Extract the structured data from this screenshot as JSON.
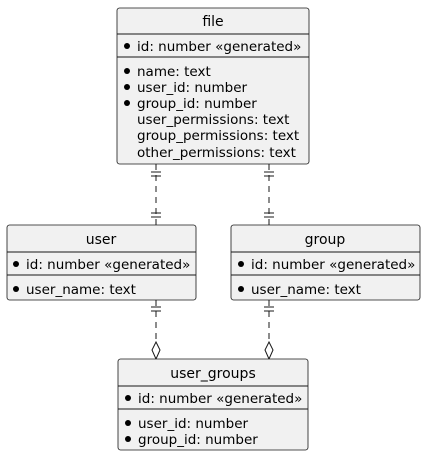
{
  "entities": {
    "file": {
      "title": "file",
      "key_field": "id: number «generated»",
      "fields": [
        "name: text",
        "user_id: number",
        "group_id: number"
      ],
      "plain_fields": [
        "user_permissions: text",
        "group_permissions: text",
        "other_permissions: text"
      ]
    },
    "user": {
      "title": "user",
      "key_field": "id: number «generated»",
      "fields": [
        "user_name: text"
      ]
    },
    "group": {
      "title": "group",
      "key_field": "id: number «generated»",
      "fields": [
        "user_name: text"
      ]
    },
    "user_groups": {
      "title": "user_groups",
      "key_field": "id: number «generated»",
      "fields": [
        "user_id: number",
        "group_id: number"
      ]
    }
  },
  "relationships": [
    {
      "from": "file",
      "to": "user",
      "from_end": "exactly-one",
      "to_end": "exactly-one"
    },
    {
      "from": "file",
      "to": "group",
      "from_end": "exactly-one",
      "to_end": "exactly-one"
    },
    {
      "from": "user",
      "to": "user_groups",
      "from_end": "exactly-one",
      "to_end": "aggregation"
    },
    {
      "from": "group",
      "to": "user_groups",
      "from_end": "exactly-one",
      "to_end": "aggregation"
    }
  ]
}
